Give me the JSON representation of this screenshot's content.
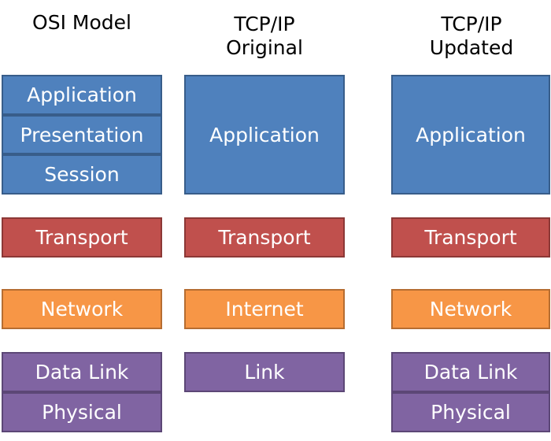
{
  "columns": {
    "osi": {
      "header": "OSI Model",
      "layers": [
        "Application",
        "Presentation",
        "Session",
        "Transport",
        "Network",
        "Data Link",
        "Physical"
      ]
    },
    "tcpip_original": {
      "header": "TCP/IP\nOriginal",
      "layers": [
        "Application",
        "Transport",
        "Internet",
        "Link"
      ]
    },
    "tcpip_updated": {
      "header": "TCP/IP\nUpdated",
      "layers": [
        "Application",
        "Transport",
        "Network",
        "Data Link",
        "Physical"
      ]
    }
  },
  "colors": {
    "application": "#4f81bd",
    "transport": "#c0504d",
    "network": "#f79646",
    "link": "#8064a2"
  }
}
